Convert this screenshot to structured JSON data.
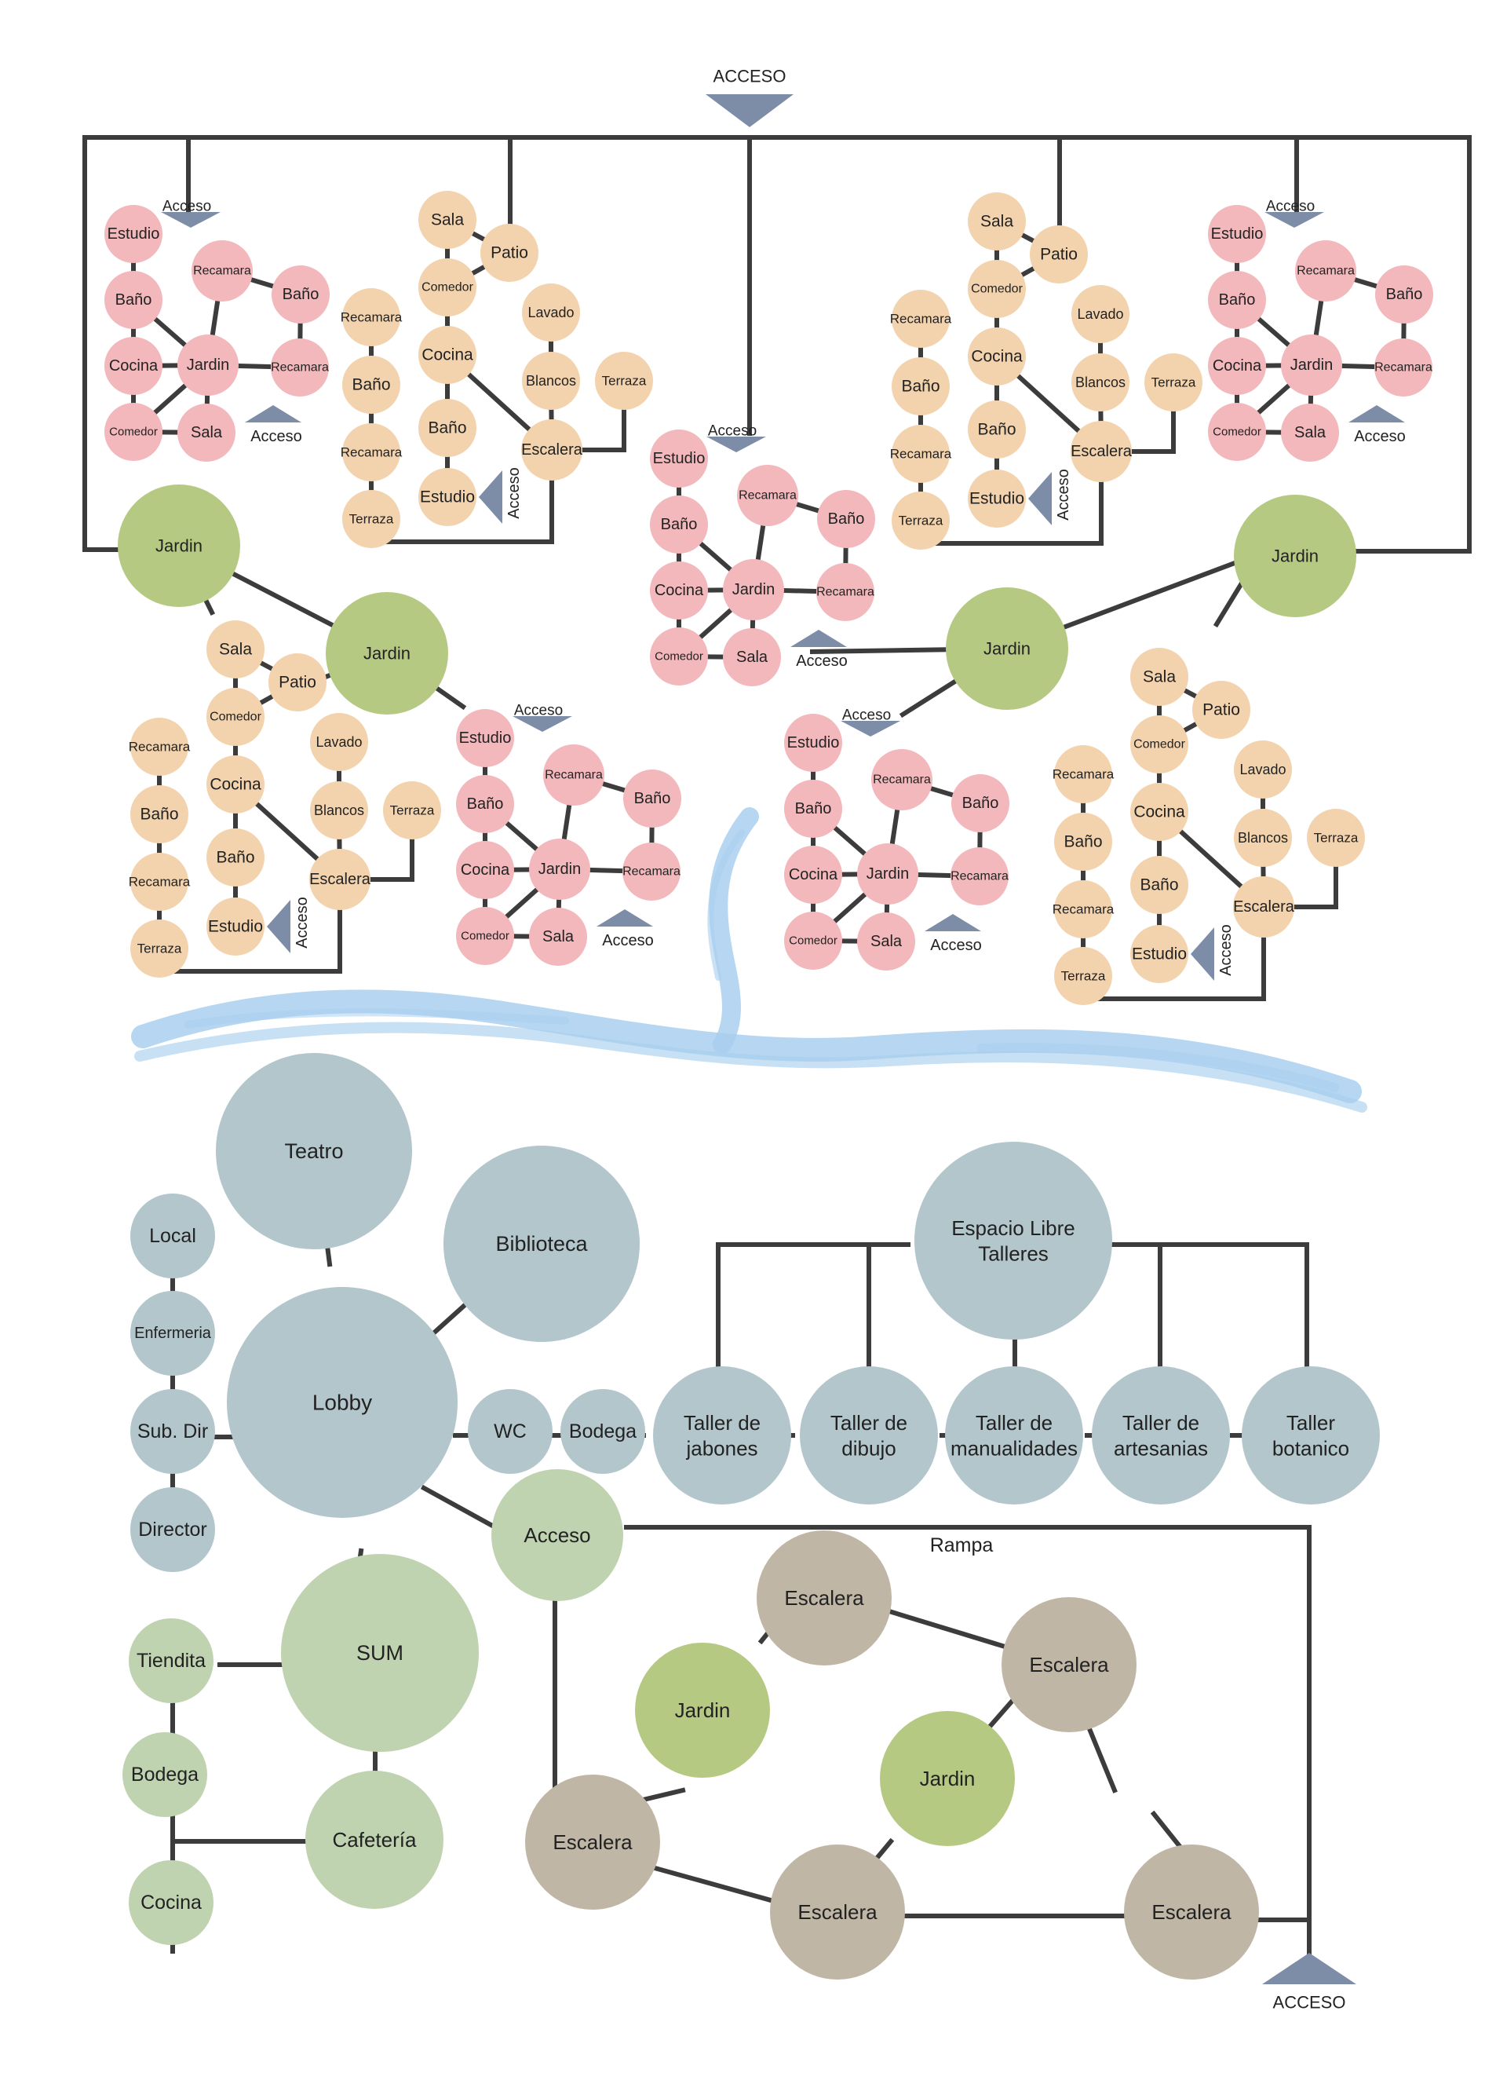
{
  "colors": {
    "pink": "#f2b8bc",
    "peach": "#f3d3ad",
    "green_node": "#b6c982",
    "slate": "#b2c6cc",
    "sage": "#bfd3b1",
    "taupe": "#c0b6a6",
    "line": "#3c3c3c",
    "arrow": "#7d8da8",
    "water": "#a9cfee"
  },
  "top": {
    "main_access": "ACCESO",
    "jardin": "Jardin",
    "acceso": "Acceso",
    "pink_unit": {
      "estudio": "Estudio",
      "bano": "Baño",
      "cocina": "Cocina",
      "comedor": "Comedor",
      "jardin": "Jardin",
      "sala": "Sala",
      "recamara": "Recamara"
    },
    "peach_unit": {
      "sala": "Sala",
      "patio": "Patio",
      "comedor": "Comedor",
      "cocina": "Cocina",
      "bano": "Baño",
      "estudio": "Estudio",
      "recamara": "Recamara",
      "terraza": "Terraza",
      "lavado": "Lavado",
      "blancos": "Blancos",
      "escalera": "Escalera"
    }
  },
  "bottom": {
    "teatro": "Teatro",
    "biblioteca": "Biblioteca",
    "local": "Local",
    "enfermeria": "Enfermeria",
    "subdir": "Sub. Dir",
    "director": "Director",
    "lobby": "Lobby",
    "wc": "WC",
    "bodega": "Bodega",
    "espacio_libre": [
      "Espacio Libre",
      "Talleres"
    ],
    "talleres": [
      [
        "Taller de",
        "jabones"
      ],
      [
        "Taller de",
        "dibujo"
      ],
      [
        "Taller de",
        "manualidades"
      ],
      [
        "Taller de",
        "artesanias"
      ],
      [
        "Taller",
        "botanico"
      ]
    ],
    "acceso": "Acceso",
    "rampa": "Rampa",
    "sum": "SUM",
    "tiendita": "Tiendita",
    "bodega2": "Bodega",
    "cafeteria": "Cafetería",
    "cocina": "Cocina",
    "escalera": "Escalera",
    "jardin": "Jardin",
    "acceso_bottom": "ACCESO"
  }
}
